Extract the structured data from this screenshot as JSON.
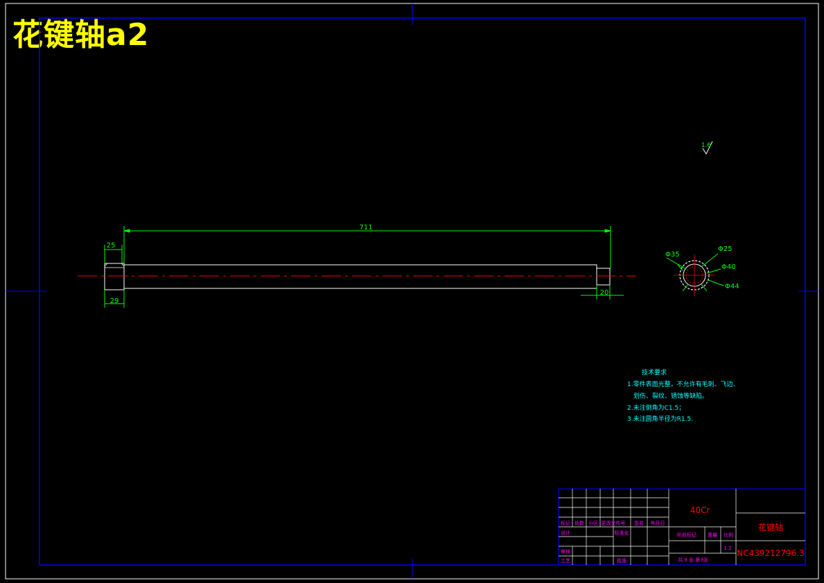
{
  "title": "花键轴a2",
  "dimensions": {
    "overall_length": "711",
    "left_top": "25",
    "left_bottom": "29",
    "right_step": "20",
    "dia_35": "Φ35",
    "dia_25": "Φ25",
    "dia_40": "Φ40",
    "dia_44": "Φ44",
    "roughness": "1.6"
  },
  "tech_notes": {
    "heading": "技术要求",
    "line1": "1.零件表面光整，不允许有毛刺、飞边、",
    "line2": "划伤、裂纹、锈蚀等缺陷。",
    "line3": "2.未注倒角为C1.5；",
    "line4": "3.未注圆角半径为R1.5."
  },
  "title_block": {
    "material": "40Cr",
    "part_name": "花键轴",
    "drawing_no": "NC439212796.3",
    "scale": "1:2",
    "col_biaoji": "标记",
    "col_chushu": "处数",
    "col_fenqu": "分区",
    "col_gengai": "更改文件号",
    "col_qianming": "签名",
    "col_date": "年月日",
    "sheji": "设计",
    "biaozhunhua": "标准化",
    "jieduan": "阶段标记",
    "zhongliang": "重量",
    "bili": "比例",
    "shenhe": "审核",
    "gongyi": "工艺",
    "pizhun": "批准",
    "sheets": "共 9 张 第3张"
  },
  "colors": {
    "frame": "#ffffff",
    "inner_frame": "#0000ff",
    "dimension": "#00ff00",
    "centerline": "#ff0000",
    "title": "#ffff00",
    "notes": "#00ffff",
    "block_label": "#ff00ff",
    "block_red": "#ff0000"
  }
}
